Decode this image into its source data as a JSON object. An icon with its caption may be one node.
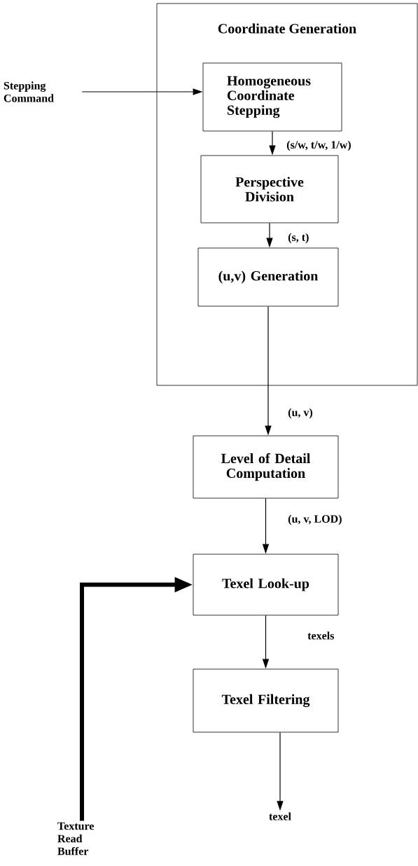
{
  "diagram": {
    "nodes": [
      {
        "text": [
          "Coordinate Generation"
        ]
      },
      {
        "text": [
          "Homogeneous Coordinate Stepping"
        ],
        "in": 0
      },
      {
        "text": [
          "Perspective Division"
        ],
        "in": 0
      },
      {
        "text": [
          "(u,v) Generation"
        ],
        "in": 0
      },
      {
        "text": [
          "Level of Detail Computation"
        ]
      },
      {
        "text": [
          "Texel Look-up"
        ]
      },
      {
        "text": [
          "Texel Filtering"
        ]
      },
      {
        "text": [
          "Stepping Command"
        ]
      },
      {
        "text": [
          "Texture Read Buffer"
        ]
      },
      {
        "text": [
          "texel"
        ]
      }
    ],
    "edges": [
      {
        "from": 7,
        "to": 1,
        "arrow": "to"
      },
      {
        "from": 1,
        "to": 2,
        "arrow": "to",
        "label": "(s/w, t/w, 1/w)"
      },
      {
        "from": 2,
        "to": 3,
        "arrow": "to",
        "label": "(s, t)"
      },
      {
        "from": 3,
        "to": 4,
        "arrow": "to",
        "label": "(u, v)"
      },
      {
        "from": 4,
        "to": 5,
        "arrow": "to",
        "label": "(u, v, LOD)"
      },
      {
        "from": 8,
        "to": 5,
        "arrow": "to",
        "style": "thick"
      },
      {
        "from": 5,
        "to": 6,
        "arrow": "to",
        "label": "texels"
      },
      {
        "from": 6,
        "to": 9,
        "arrow": "to"
      }
    ]
  }
}
